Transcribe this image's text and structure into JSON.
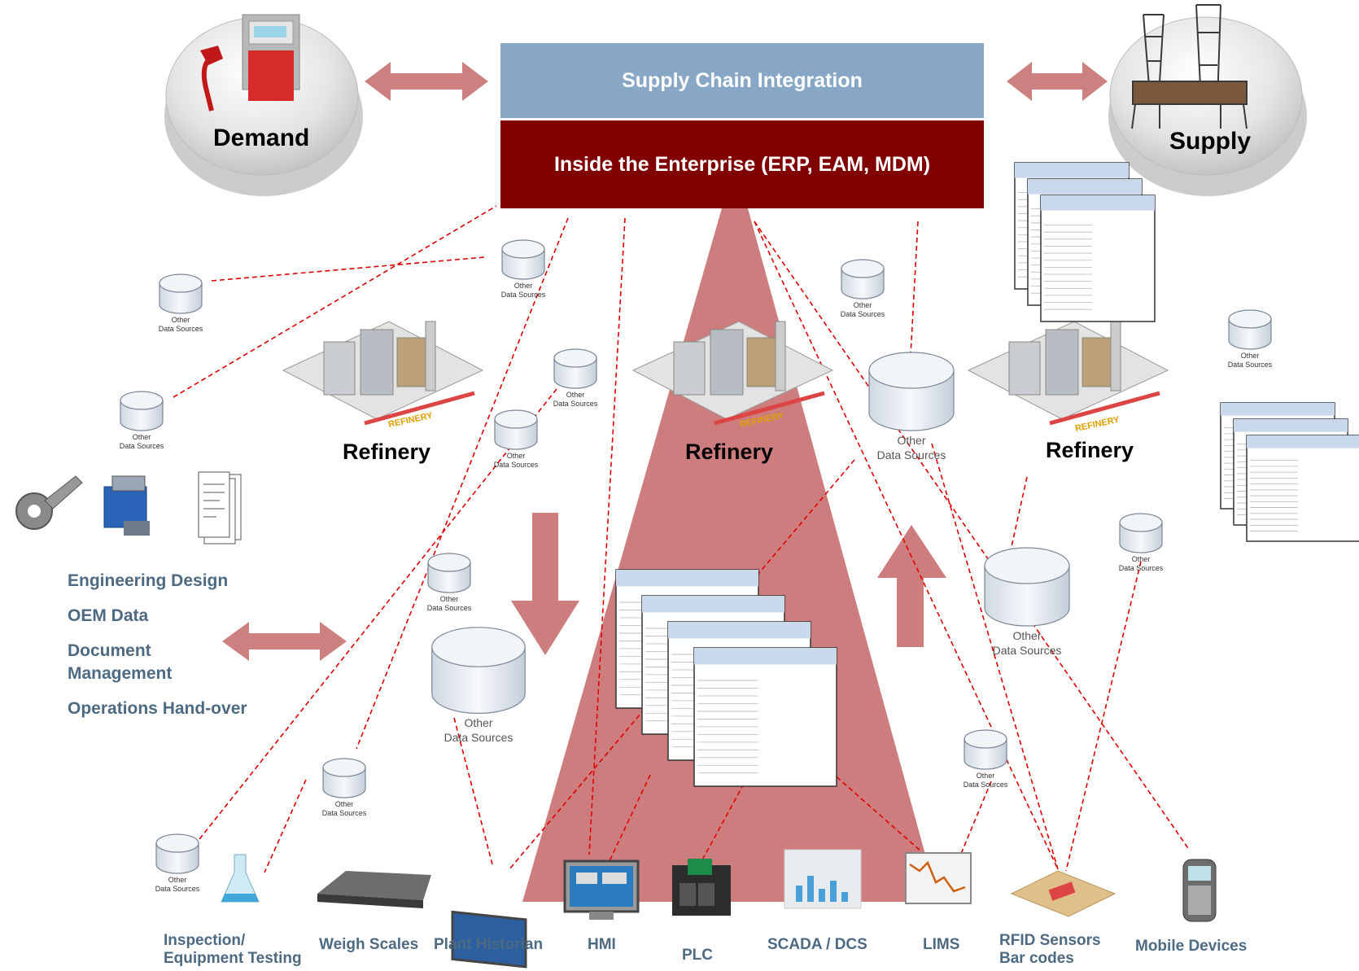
{
  "header": {
    "supply_chain": "Supply Chain Integration",
    "enterprise": "Inside the Enterprise (ERP, EAM, MDM)"
  },
  "demand_label": "Demand",
  "supply_label": "Supply",
  "refineries": [
    {
      "label": "Refinery",
      "sign": "REFINERY"
    },
    {
      "label": "Refinery",
      "sign": "REFINERY"
    },
    {
      "label": "Refinery",
      "sign": "REFINERY"
    }
  ],
  "engineering": {
    "items": [
      "Engineering Design",
      "OEM Data",
      "Document",
      "Management",
      "Operations Hand-over"
    ]
  },
  "data_source": {
    "line1": "Other",
    "line2": "Data Sources"
  },
  "devices": [
    {
      "line1": "Inspection/",
      "line2": "Equipment Testing"
    },
    {
      "line1": "Weigh Scales",
      "line2": ""
    },
    {
      "line1": "Plant Historian",
      "line2": ""
    },
    {
      "line1": "HMI",
      "line2": ""
    },
    {
      "line1": "PLC",
      "line2": ""
    },
    {
      "line1": "SCADA / DCS",
      "line2": ""
    },
    {
      "line1": "LIMS",
      "line2": ""
    },
    {
      "line1": "RFID Sensors",
      "line2": "Bar codes"
    },
    {
      "line1": "Mobile Devices",
      "line2": ""
    }
  ],
  "colors": {
    "supply_chain_band": "#88a7c6",
    "enterprise_band": "#800000",
    "funnel": "#cd7d7d",
    "arrows": "#cd8080",
    "dashed_lines": "#e00000",
    "device_text": "#4d6a82"
  }
}
